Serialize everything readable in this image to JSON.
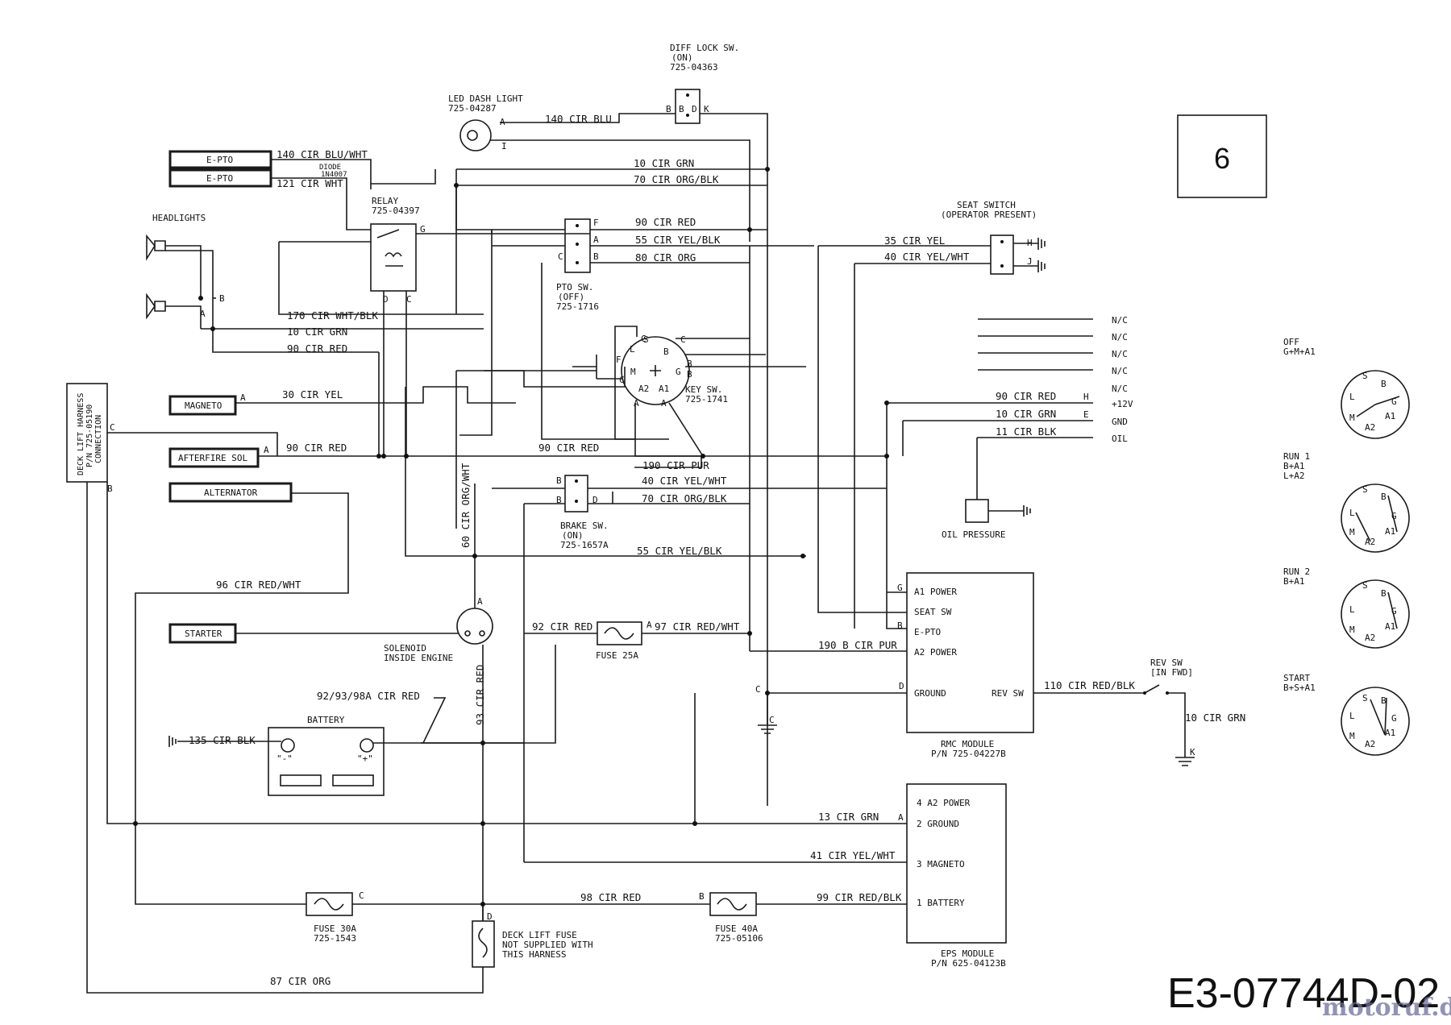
{
  "page_number": "6",
  "drawing_number": "E3-07744D-02",
  "watermark": "motoruf.de",
  "components": {
    "diff_lock": [
      "DIFF LOCK SW.",
      "(ON)",
      "725-04363"
    ],
    "led_dash": [
      "LED DASH LIGHT",
      "725-04287"
    ],
    "e_pto": "E-PTO",
    "diode": [
      "DIODE",
      "1N4007"
    ],
    "relay": [
      "RELAY",
      "725-04397"
    ],
    "headlights": "HEADLIGHTS",
    "pto_sw": [
      "PTO SW.",
      "(OFF)",
      "725-1716"
    ],
    "key_sw": [
      "KEY SW.",
      "725-1741"
    ],
    "seat_switch": [
      "SEAT SWITCH",
      "(OPERATOR PRESENT)"
    ],
    "magneto": "MAGNETO",
    "afterfire": "AFTERFIRE SOL",
    "alternator": "ALTERNATOR",
    "starter": "STARTER",
    "deck_harness": [
      "DECK LIFT HARNESS",
      "P/N 725-05190",
      "CONNECTION"
    ],
    "brake_sw": [
      "BRAKE SW.",
      "(ON)",
      "725-1657A"
    ],
    "solenoid": [
      "SOLENOID",
      "INSIDE ENGINE"
    ],
    "fuse25": "FUSE 25A",
    "battery": "BATTERY",
    "battery_label": "92/93/98A CIR RED",
    "oil_pressure": "OIL PRESSURE",
    "rmc_module": [
      "RMC MODULE",
      "P/N 725-04227B"
    ],
    "rmc_pins": [
      "A1 POWER",
      "SEAT SW",
      "E-PTO",
      "A2 POWER",
      "GROUND",
      "REV SW"
    ],
    "eps_module": [
      "EPS MODULE",
      "P/N 625-04123B"
    ],
    "eps_pins": [
      "4 A2 POWER",
      "2 GROUND",
      "3 MAGNETO",
      "1 BATTERY"
    ],
    "rev_sw": [
      "REV SW",
      "[IN FWD]"
    ],
    "fuse30": [
      "FUSE 30A",
      "725-1543"
    ],
    "fuse40": [
      "FUSE 40A",
      "725-05106"
    ],
    "deck_fuse": [
      "DECK LIFT FUSE",
      "NOT SUPPLIED WITH",
      "THIS HARNESS"
    ],
    "connector_labels": [
      "N/C",
      "N/C",
      "N/C",
      "N/C",
      "+12V",
      "GND",
      "OIL"
    ]
  },
  "wires": {
    "w140blu": "140 CIR BLU",
    "w140bluwht": "140 CIR BLU/WHT",
    "w121wht": "121 CIR WHT",
    "w10grn_top": "10 CIR GRN",
    "w70orgblk_top": "70 CIR ORG/BLK",
    "w90red_pto": "90 CIR RED",
    "w55yelblk_pto": "55 CIR YEL/BLK",
    "w80org": "80 CIR ORG",
    "w35yel": "35 CIR YEL",
    "w40yelwht_seat": "40 CIR YEL/WHT",
    "w170whtblk": "170 CIR WHT/BLK",
    "w10grn_relay": "10 CIR GRN",
    "w90red_head": "90 CIR RED",
    "w30yel": "30 CIR YEL",
    "w90red_after": "90 CIR RED",
    "w90red_mid": "90 CIR RED",
    "w190pur": "190 CIR PUR",
    "w40yelwht_brake": "40 CIR YEL/WHT",
    "w70orgblk_brake": "70 CIR ORG/BLK",
    "w55yelblk_low": "55 CIR YEL/BLK",
    "w60orgwht": "60 CIR ORG/WHT",
    "w96redwht": "96 CIR RED/WHT",
    "w92red": "92 CIR RED",
    "w97redwht": "97 CIR RED/WHT",
    "w190bpur": "190 B CIR PUR",
    "w110redblk": "110 CIR RED/BLK",
    "w10grn_rev": "10 CIR GRN",
    "w135blk": "135 CIR BLK",
    "w93red": "93 CIR RED",
    "w13grn": "13 CIR GRN",
    "w41yelwht": "41 CIR YEL/WHT",
    "w98red": "98 CIR RED",
    "w99redblk": "99 CIR RED/BLK",
    "w87org": "87 CIR ORG",
    "w90red_oil": "90 CIR RED",
    "w10grn_oil": "10 CIR GRN",
    "w11blk": "11 CIR BLK"
  },
  "key_positions": [
    {
      "name": "OFF",
      "combo": [
        "G+M+A1"
      ]
    },
    {
      "name": "RUN 1",
      "combo": [
        "B+A1",
        "L+A2"
      ]
    },
    {
      "name": "RUN 2",
      "combo": [
        "B+A1"
      ]
    },
    {
      "name": "START",
      "combo": [
        "B+S+A1"
      ]
    }
  ]
}
